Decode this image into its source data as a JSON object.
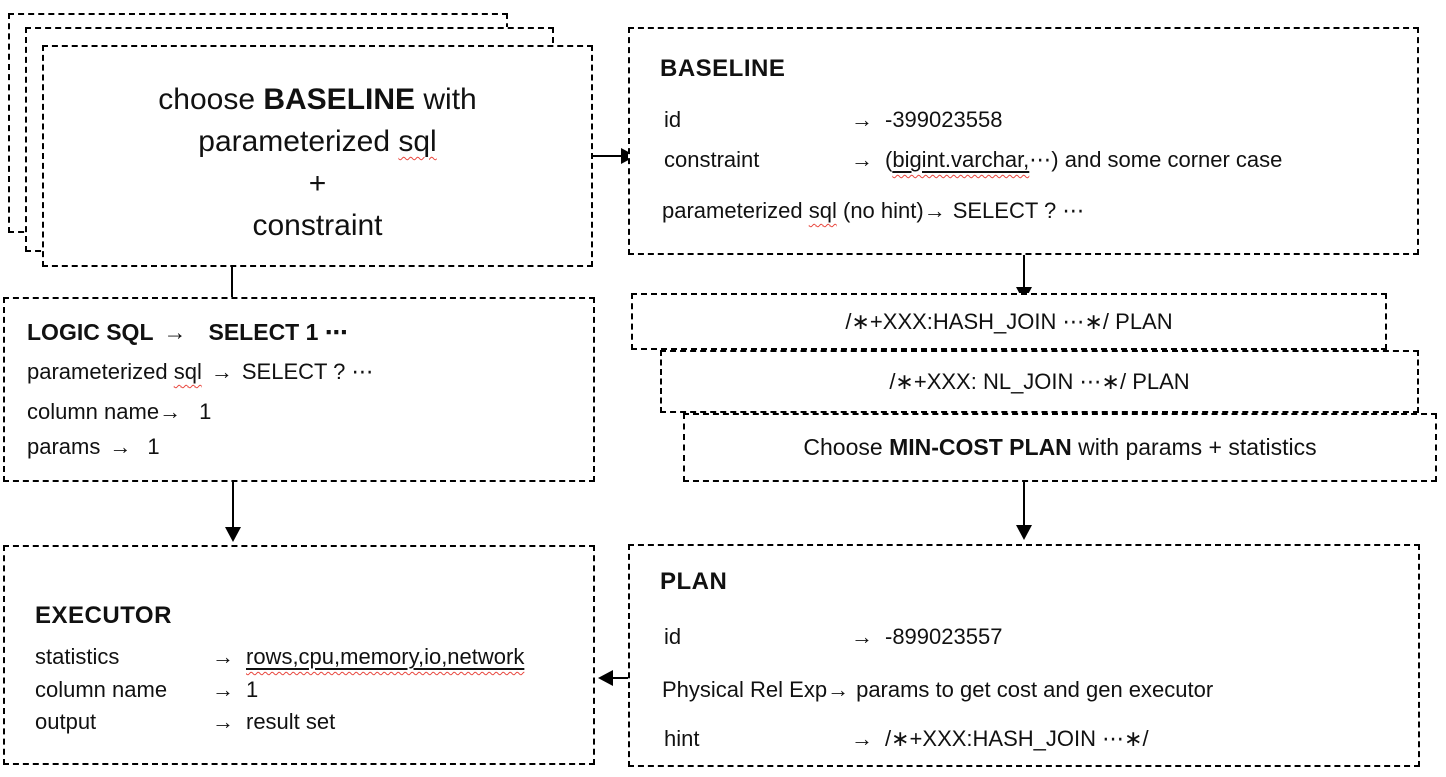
{
  "glyphs": {
    "arrow": "→"
  },
  "choose_card": {
    "line1_pre": "choose ",
    "line1_bold": "BASELINE",
    "line1_post": " with",
    "line2_pre": "parameterized ",
    "line2_wavy": "sql",
    "line3": "+",
    "line4": "constraint"
  },
  "baseline": {
    "title": "BASELINE",
    "id_label": "id",
    "id_value": "-399023558",
    "constraint_label": "constraint",
    "constraint_open": "(",
    "constraint_marked": "bigint.varchar,",
    "constraint_rest": "⋯) and some corner case",
    "param_pre": "parameterized ",
    "param_wavy": "sql",
    "param_post": " (no hint)",
    "param_value": "SELECT ? ⋯"
  },
  "plan_cards": {
    "hash_join": "/∗+XXX:HASH_JOIN ⋯∗/ PLAN",
    "nl_join": "/∗+XXX: NL_JOIN ⋯∗/ PLAN",
    "min_cost_pre": "Choose ",
    "min_cost_bold": "MIN-COST PLAN",
    "min_cost_post": " with params + statistics"
  },
  "logic_sql": {
    "title": "LOGIC SQL",
    "title_value": "SELECT 1 ⋯",
    "param_pre": "parameterized ",
    "param_wavy": "sql",
    "param_value": "SELECT ? ⋯",
    "column_label": "column name",
    "column_value": "1",
    "params_label": "params",
    "params_value": "1"
  },
  "executor": {
    "title": "EXECUTOR",
    "stats_label": "statistics",
    "stats_value": "rows,cpu,memory,io,network",
    "column_label": "column name",
    "column_value": "1",
    "output_label": "output",
    "output_value": "result set"
  },
  "plan": {
    "title": "PLAN",
    "id_label": "id",
    "id_value": "-899023557",
    "physical_label": "Physical Rel Exp",
    "physical_value": "params to get cost and gen executor",
    "hint_label": "hint",
    "hint_value": "/∗+XXX:HASH_JOIN ⋯∗/"
  }
}
